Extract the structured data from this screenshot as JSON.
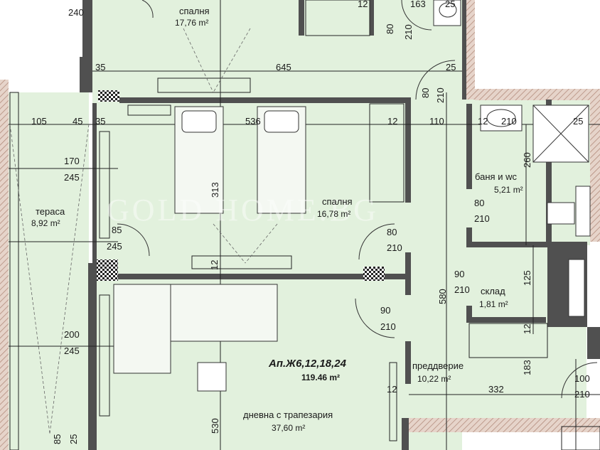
{
  "title": "Ап.Ж6,12,18,24",
  "total_area": "119.46 m²",
  "watermark": "GOLD HOME.BG",
  "colors": {
    "floor": "#e2f1dd",
    "wall": "#505050",
    "cladding": "#c8a898",
    "line": "#222222",
    "hatch": "#e6d4ca"
  },
  "rooms": [
    {
      "id": "bedroom1",
      "name": "спалня",
      "area": "17,76 m²"
    },
    {
      "id": "bedroom2",
      "name": "спалня",
      "area": "16,78 m²"
    },
    {
      "id": "terrace",
      "name": "тераса",
      "area": "8,92 m²"
    },
    {
      "id": "bath",
      "name": "баня и wc",
      "area": "5,21 m²"
    },
    {
      "id": "storage",
      "name": "склад",
      "area": "1,81 m²"
    },
    {
      "id": "hall",
      "name": "преддверие",
      "area": "10,22 m²"
    },
    {
      "id": "living",
      "name": "дневна с трапезария",
      "area": "37,60 m²"
    }
  ],
  "dims": [
    "240",
    "12",
    "163",
    "25",
    "80",
    "210",
    "35",
    "645",
    "25",
    "80",
    "210",
    "105",
    "45",
    "35",
    "536",
    "12",
    "110",
    "12",
    "210",
    "25",
    "170",
    "245",
    "313",
    "260",
    "80",
    "210",
    "85",
    "245",
    "80",
    "210",
    "12",
    "90",
    "210",
    "125",
    "580",
    "90",
    "210",
    "12",
    "200",
    "245",
    "183",
    "100",
    "210",
    "12",
    "332",
    "530",
    "85",
    "25"
  ]
}
